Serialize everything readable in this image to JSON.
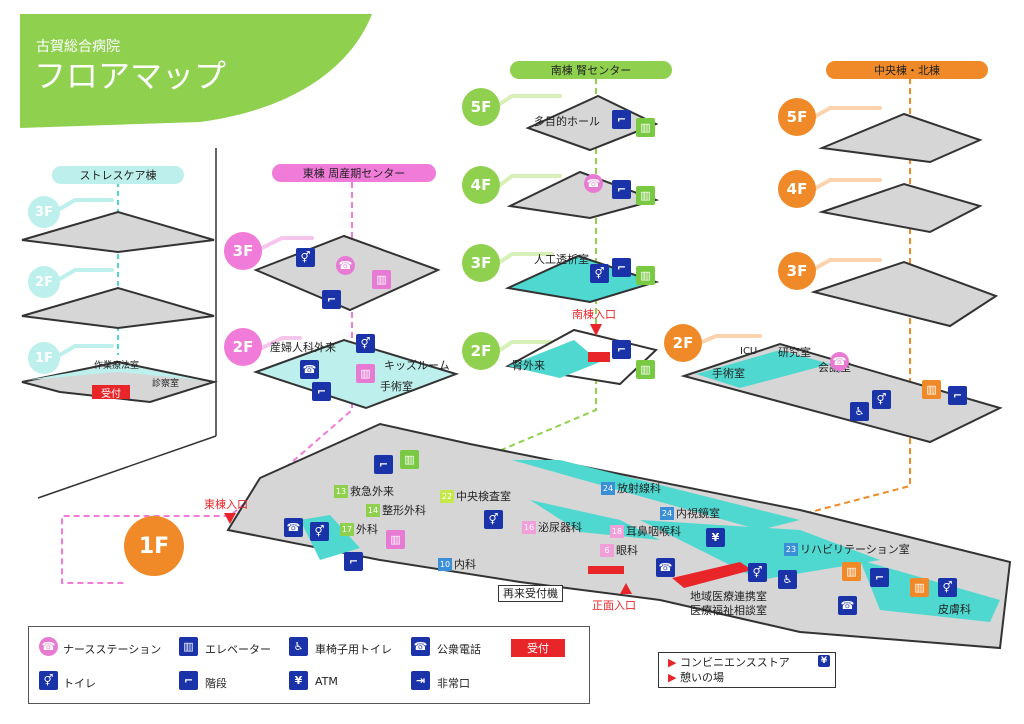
{
  "hospital_name": "古賀総合病院",
  "map_title": "フロアマップ",
  "colors": {
    "green": "#8fd14f",
    "pink": "#f07bd8",
    "orange": "#f08a28",
    "cyan": "#4fd8d0",
    "navy": "#1a33a8",
    "red": "#e8262a"
  },
  "buildings": {
    "stress": {
      "name": "ストレスケア棟",
      "floors": [
        "3F",
        "2F",
        "1F"
      ],
      "rooms": [
        "作業療法室",
        "診察室"
      ],
      "reception": "受付"
    },
    "east": {
      "name": "東棟 周産期センター",
      "floors": [
        "3F",
        "2F"
      ],
      "rooms": [
        "産婦人科外来",
        "キッズルーム",
        "手術室"
      ]
    },
    "south": {
      "name": "南棟 腎センター",
      "floors": [
        "5F",
        "4F",
        "3F",
        "2F"
      ],
      "rooms": [
        "多目的ホール",
        "人工透析室",
        "腎外来"
      ],
      "entrance": "南棟入口"
    },
    "central": {
      "name": "中央棟・北棟",
      "floors": [
        "5F",
        "4F",
        "3F",
        "2F"
      ],
      "rooms": [
        "ICU",
        "研究室",
        "会議室",
        "手術室"
      ]
    }
  },
  "first_floor": {
    "label": "1F",
    "east_entrance": "東棟入口",
    "main_entrance": "正面入口",
    "reentry_machine": "再来受付機",
    "departments": [
      {
        "num": "13",
        "name": "救急外来",
        "color": "#8fd14f"
      },
      {
        "num": "14",
        "name": "整形外科",
        "color": "#8fd14f"
      },
      {
        "num": "17",
        "name": "外科",
        "color": "#8fd14f"
      },
      {
        "num": "22",
        "name": "中央検査室",
        "color": "#c5e84a"
      },
      {
        "num": "10",
        "name": "内科",
        "color": "#3b8fd6"
      },
      {
        "num": "16",
        "name": "泌尿器科",
        "color": "#f09fd9"
      },
      {
        "num": "18",
        "name": "耳鼻咽喉科",
        "color": "#f09fd9"
      },
      {
        "num": "6",
        "name": "眼科",
        "color": "#f09fd9"
      },
      {
        "num": "24",
        "name": "放射線科",
        "color": "#3b8fd6"
      },
      {
        "num": "24",
        "name": "内視鏡室",
        "color": "#3b8fd6"
      },
      {
        "num": "23",
        "name": "リハビリテーション室",
        "color": "#3b8fd6"
      }
    ],
    "regional": [
      "地域医療連携室",
      "医療福祉相談室"
    ],
    "skin": "皮膚科"
  },
  "amenities": [
    "コンビニエンスストア",
    "憩いの場"
  ],
  "legend": [
    {
      "icon": "nurse-station-icon",
      "label": "ナースステーション"
    },
    {
      "icon": "elevator-icon",
      "label": "エレベーター"
    },
    {
      "icon": "wheelchair-toilet-icon",
      "label": "車椅子用トイレ"
    },
    {
      "icon": "phone-icon",
      "label": "公衆電話"
    },
    {
      "icon": "reception-icon",
      "label": "受付"
    },
    {
      "icon": "toilet-icon",
      "label": "トイレ"
    },
    {
      "icon": "stairs-icon",
      "label": "階段"
    },
    {
      "icon": "atm-icon",
      "label": "ATM"
    },
    {
      "icon": "exit-icon",
      "label": "非常口"
    }
  ]
}
